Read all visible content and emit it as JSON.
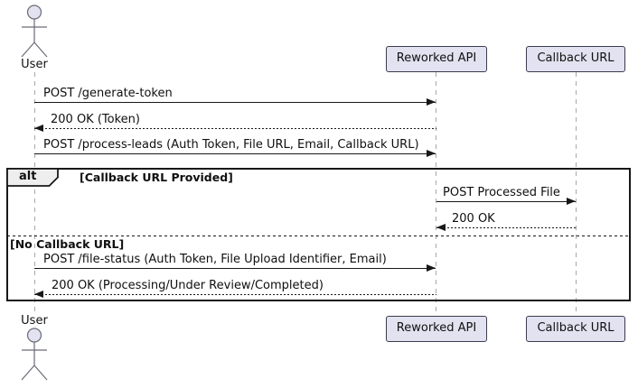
{
  "diagram": {
    "type": "uml-sequence",
    "actor": {
      "name": "User"
    },
    "participants": [
      {
        "name": "Reworked API"
      },
      {
        "name": "Callback URL"
      }
    ],
    "messages": [
      {
        "label": "POST /generate-token",
        "from": "User",
        "to": "Reworked API",
        "line": "solid"
      },
      {
        "label": "200 OK (Token)",
        "from": "Reworked API",
        "to": "User",
        "line": "dotted"
      },
      {
        "label": "POST /process-leads (Auth Token, File URL, Email, Callback URL)",
        "from": "User",
        "to": "Reworked API",
        "line": "solid"
      },
      {
        "label": "POST Processed File",
        "from": "Reworked API",
        "to": "Callback URL",
        "line": "solid"
      },
      {
        "label": "200 OK",
        "from": "Callback URL",
        "to": "Reworked API",
        "line": "dotted"
      },
      {
        "label": "POST /file-status (Auth Token, File Upload Identifier, Email)",
        "from": "User",
        "to": "Reworked API",
        "line": "solid"
      },
      {
        "label": "200 OK (Processing/Under Review/Completed)",
        "from": "Reworked API",
        "to": "User",
        "line": "dotted"
      }
    ],
    "alt_frame": {
      "operator": "alt",
      "condition_top": "[Callback URL Provided]",
      "condition_else": "[No Callback URL]"
    },
    "colors": {
      "participant_fill": "#E2E2F0",
      "border": "#181818",
      "lifeline": "#A8A8A8",
      "tab_fill": "#EEEEEE",
      "background": "#FFFFFF"
    }
  }
}
